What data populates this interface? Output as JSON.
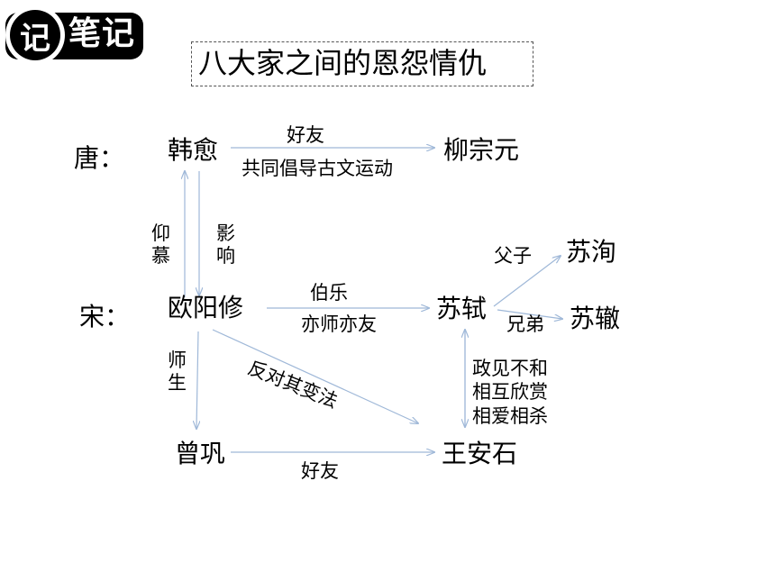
{
  "badge": {
    "icon_text": "记",
    "label": "笔记"
  },
  "title": "八大家之间的恩怨情仇",
  "eras": {
    "tang": "唐：",
    "song": "宋："
  },
  "nodes": {
    "han_yu": "韩愈",
    "liu_zongyuan": "柳宗元",
    "ouyang_xiu": "欧阳修",
    "su_shi": "苏轼",
    "su_xun": "苏洵",
    "su_zhe": "苏辙",
    "zeng_gong": "曾巩",
    "wang_anshi": "王安石"
  },
  "relations": {
    "han_liu_top": "好友",
    "han_liu_bottom": "共同倡导古文运动",
    "admire": "仰慕",
    "influence": "影响",
    "ouyang_su_top": "伯乐",
    "ouyang_su_bottom": "亦师亦友",
    "father_son": "父子",
    "brothers": "兄弟",
    "teacher_student": "师生",
    "oppose_reform": "反对其变法",
    "su_wang": [
      "政见不和",
      "相互欣赏",
      "相爱相杀"
    ],
    "zeng_wang": "好友"
  },
  "colors": {
    "arrow": "#9fb8d8",
    "text": "#000000"
  }
}
